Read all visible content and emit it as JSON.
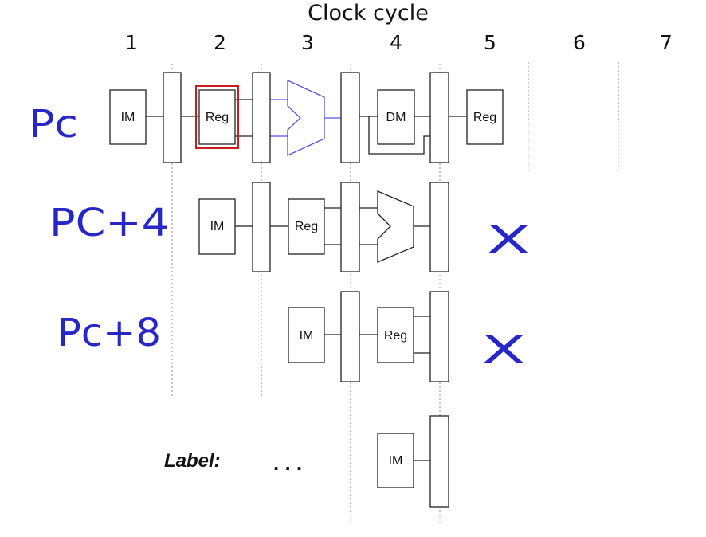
{
  "header": {
    "title": "Clock cycle"
  },
  "cycles": [
    "1",
    "2",
    "3",
    "4",
    "5",
    "6",
    "7"
  ],
  "blocks": {
    "im": "IM",
    "reg": "Reg",
    "dm": "DM"
  },
  "label_row": {
    "label": "Label:",
    "dots": ". . ."
  },
  "annotations": {
    "row1": "Pc",
    "row2": "PC+4",
    "row3": "Pc+8",
    "mark_a": "X",
    "mark_b": "X"
  },
  "colors": {
    "ink": "#222222",
    "highlight": "#c81e1e",
    "alu_stage": "#5050e6",
    "annotation": "#2727c8",
    "divider": "#888888"
  }
}
